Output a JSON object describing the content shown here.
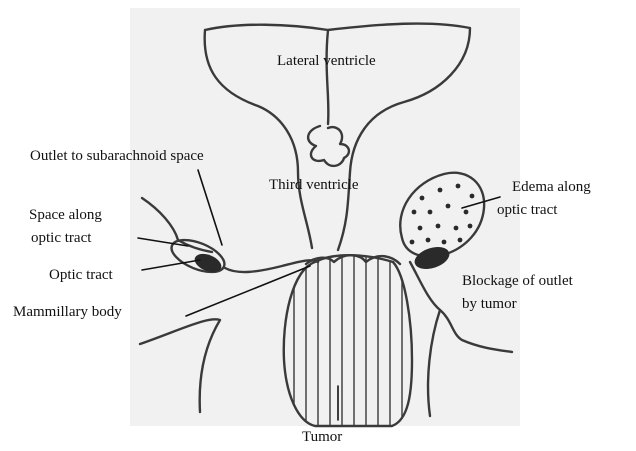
{
  "labels": {
    "lateral_ventricle": "Lateral ventricle",
    "outlet_subarachnoid": "Outlet to subarachnoid space",
    "third_ventricle": "Third ventricle",
    "edema_line1": "Edema along",
    "edema_line2": "optic tract",
    "space_line1": "Space along",
    "space_line2": "optic tract",
    "optic_tract": "Optic tract",
    "blockage_line1": "Blockage of outlet",
    "blockage_line2": "by tumor",
    "mammillary_body": "Mammillary body",
    "tumor": "Tumor"
  },
  "colors": {
    "ink": "#3a3a3a",
    "paper": "#f1f1f1",
    "text": "#111111"
  }
}
